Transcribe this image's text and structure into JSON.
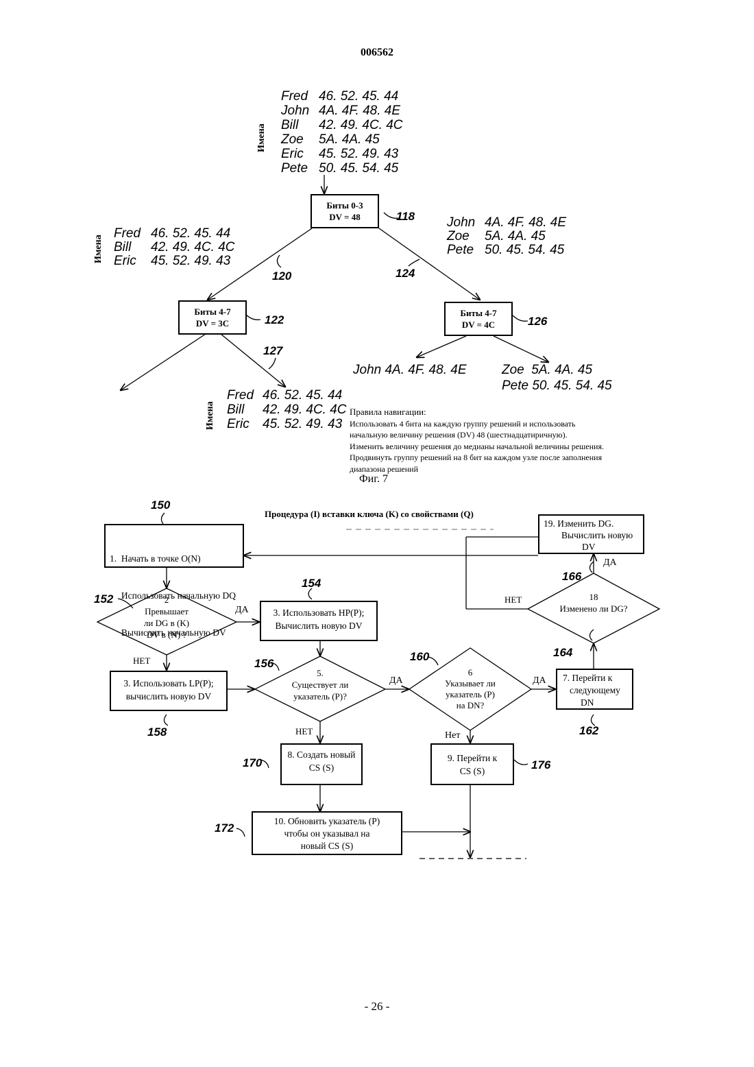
{
  "header": {
    "doc_number": "006562"
  },
  "figure7": {
    "top_list": {
      "label": "Имена",
      "rows": [
        {
          "name": "Fred",
          "code": "46. 52. 45. 44"
        },
        {
          "name": "John",
          "code": "4A. 4F. 48. 4E"
        },
        {
          "name": "Bill",
          "code": "42. 49. 4C. 4C"
        },
        {
          "name": "Zoe",
          "code": "5A. 4A. 45"
        },
        {
          "name": "Eric",
          "code": "45. 52. 49. 43"
        },
        {
          "name": "Pete",
          "code": "50. 45. 54. 45"
        }
      ]
    },
    "node118": {
      "line1": "Биты 0-3",
      "line2": "DV = 48",
      "ref": "118"
    },
    "left_list": {
      "label": "Имена",
      "rows": [
        {
          "name": "Fred",
          "code": "46. 52. 45. 44"
        },
        {
          "name": "Bill",
          "code": "42. 49. 4C. 4C"
        },
        {
          "name": "Eric",
          "code": "45. 52. 49. 43"
        }
      ]
    },
    "right_list": {
      "rows": [
        {
          "name": "John",
          "code": "4A. 4F. 48. 4E"
        },
        {
          "name": "Zoe",
          "code": "5A. 4A. 45"
        },
        {
          "name": "Pete",
          "code": "50. 45. 54. 45"
        }
      ]
    },
    "ref120": "120",
    "ref124": "124",
    "node122": {
      "line1": "Биты 4-7",
      "line2": "DV = 3C",
      "ref": "122"
    },
    "node126": {
      "line1": "Биты 4-7",
      "line2": "DV = 4C",
      "ref": "126"
    },
    "ref127": "127",
    "leaf_john": "John 4A. 4F. 48. 4E",
    "leaf_zoe": "Zoe  5A. 4A. 45",
    "leaf_pete": "Pete 50. 45. 54. 45",
    "bottom_list": {
      "label": "Имена",
      "rows": [
        {
          "name": "Fred",
          "code": "46. 52. 45. 44"
        },
        {
          "name": "Bill",
          "code": "42. 49. 4C. 4C"
        },
        {
          "name": "Eric",
          "code": "45. 52. 49. 43"
        }
      ]
    },
    "rules": {
      "title": "Правила навигации:",
      "lines": [
        "Использовать 4 бита на  каждую группу решений и использовать",
        "начальную величину решения  (DV) 48 (шестнадцатиричную).",
        "Изменить величину решения до медианы начальной величины решения.",
        "Продвинуть группу решений на 8 бит на каждом узле после заполнения",
        "диапазона решений"
      ]
    },
    "caption": "Фиг. 7"
  },
  "flow": {
    "title": "Процедура (I) вставки ключа (K) со свойствами (Q)",
    "b150": {
      "ref": "150",
      "lines": [
        "1.  Начать в точке O(N)",
        "     Использовать начальную DQ",
        "     Вычислить начальную DV"
      ]
    },
    "d152": {
      "ref": "152",
      "lines": [
        "2",
        "Превышает",
        "ли DG в (K)",
        "DV в (N) ?"
      ]
    },
    "b154": {
      "ref": "154",
      "lines": [
        "3. Использовать HP(P);",
        "Вычислить новую DV"
      ]
    },
    "b158": {
      "ref": "158",
      "lines": [
        "3. Использовать LP(P);",
        "вычислить новую DV"
      ]
    },
    "d156": {
      "ref": "156",
      "lines": [
        "5.",
        "Существует ли",
        "указатель (P)?"
      ]
    },
    "d160": {
      "ref": "160",
      "lines": [
        "6",
        "Указывает ли",
        "указатель (P)",
        "на DN?"
      ]
    },
    "b162": {
      "ref": "162",
      "lines": [
        "7. Перейти к",
        "следующему",
        "DN"
      ]
    },
    "d164": {
      "ref": "164",
      "lines": [
        "18",
        "Изменено ли DG?"
      ]
    },
    "b166": {
      "ref": "166",
      "lines": [
        "19. Изменить DG.",
        "Вычислить новую",
        "DV"
      ]
    },
    "b170": {
      "ref": "170",
      "lines": [
        "8. Создать новый",
        "CS (S)"
      ]
    },
    "b176": {
      "ref": "176",
      "lines": [
        "9. Перейти к",
        "CS (S)"
      ]
    },
    "b172": {
      "ref": "172",
      "lines": [
        "10. Обновить указатель (P)",
        "чтобы он указывал на",
        "новый CS (S)"
      ]
    },
    "labels": {
      "yes_152": "ДА",
      "no_152": "НЕТ",
      "yes_156": "ДА",
      "no_156": "НЕТ",
      "yes_160": "ДА",
      "no_160": "Нет",
      "yes_164": "ДА",
      "no_164": "НЕТ"
    }
  },
  "footer": {
    "page": "- 26 -"
  }
}
